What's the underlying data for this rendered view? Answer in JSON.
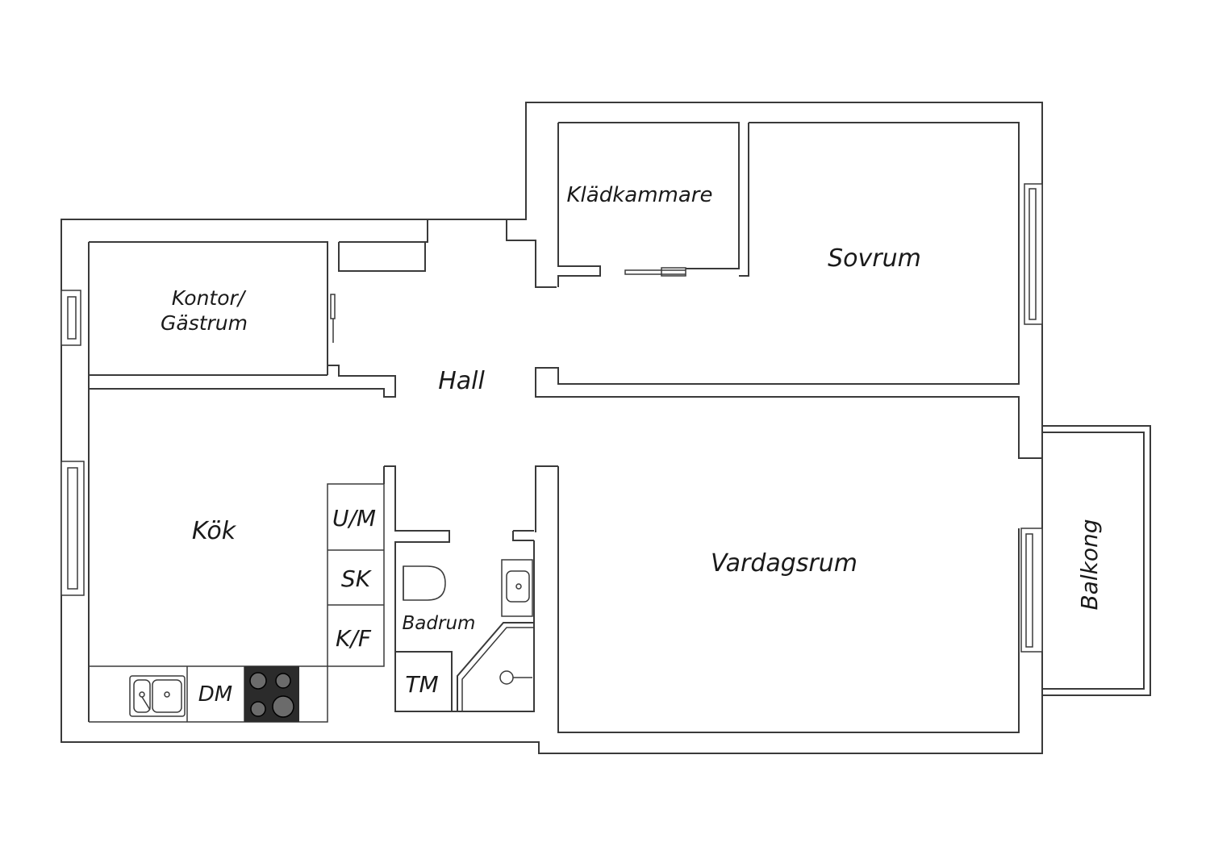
{
  "rooms": {
    "kladkammare": "Klädkammare",
    "sovrum": "Sovrum",
    "kontor_line1": "Kontor/",
    "kontor_line2": "Gästrum",
    "hall": "Hall",
    "kok": "Kök",
    "vardagsrum": "Vardagsrum",
    "badrum": "Badrum",
    "balkong": "Balkong"
  },
  "fixtures": {
    "um": "U/M",
    "sk": "SK",
    "kf": "K/F",
    "dm": "DM",
    "tm": "TM"
  },
  "colors": {
    "wall": "#3a3a3a",
    "stove": "#2b2b2b",
    "burner": "#6b6b6b"
  }
}
